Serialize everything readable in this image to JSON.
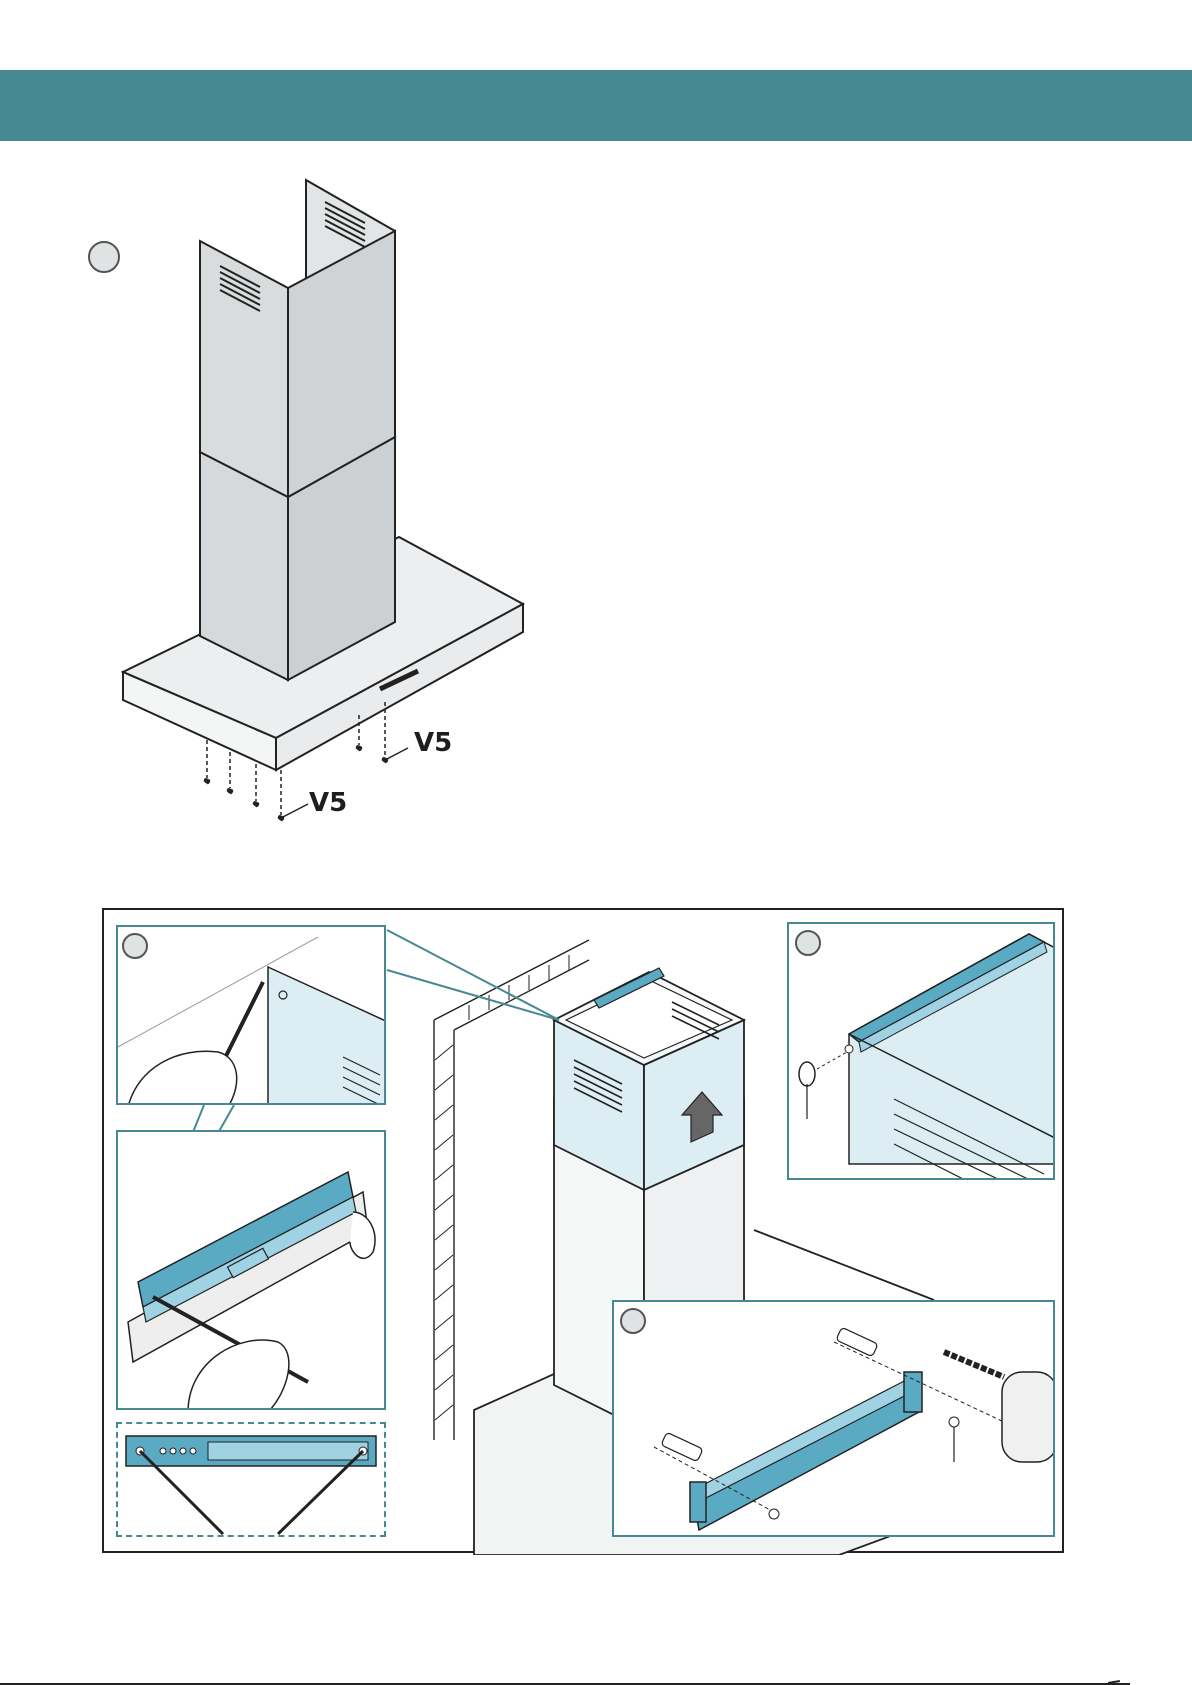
{
  "colors": {
    "accent": "#468992",
    "bracket": "#5aaac4",
    "bracket_light": "#9fd3e3",
    "panel_light": "#dceef3",
    "metal": "#e3e6e7",
    "line": "#222222"
  },
  "step1": {
    "icon": "step-number-circle",
    "screw_label_a": "V5",
    "screw_label_b": "V5"
  },
  "step2": {
    "icons": [
      "step-number-circle",
      "step-number-circle",
      "step-number-circle"
    ]
  }
}
